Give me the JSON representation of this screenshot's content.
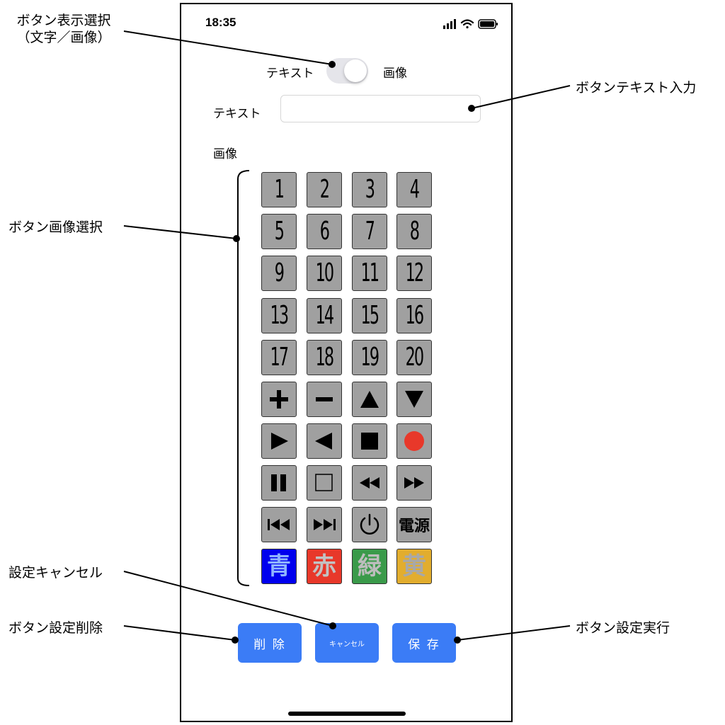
{
  "status": {
    "time": "18:35"
  },
  "mode": {
    "left": "テキスト",
    "right": "画像"
  },
  "text_field": {
    "label": "テキスト",
    "value": "",
    "placeholder": ""
  },
  "image_section": {
    "label": "画像"
  },
  "image_buttons": {
    "numbers": [
      "1",
      "2",
      "3",
      "4",
      "5",
      "6",
      "7",
      "8",
      "9",
      "10",
      "11",
      "12",
      "13",
      "14",
      "15",
      "16",
      "17",
      "18",
      "19",
      "20"
    ],
    "power_kanji": "電源",
    "color_kanji": [
      {
        "text": "青",
        "bg": "#0000ee",
        "fg": "#8fb4ff"
      },
      {
        "text": "赤",
        "bg": "#e8382a",
        "fg": "#c2c2c2"
      },
      {
        "text": "緑",
        "bg": "#3a9a4a",
        "fg": "#bdbdbd"
      },
      {
        "text": "黄",
        "bg": "#e2ad2e",
        "fg": "#a8a8a8"
      }
    ],
    "record_color": "#e8382a"
  },
  "actions": {
    "delete": "削 除",
    "cancel": "キャンセル",
    "save": "保 存",
    "color": "#3b7cf6"
  },
  "annotations": {
    "mode_select_1": "ボタン表示選択",
    "mode_select_2": "（文字／画像）",
    "text_input": "ボタンテキスト入力",
    "image_select": "ボタン画像選択",
    "cancel": "設定キャンセル",
    "delete": "ボタン設定削除",
    "save": "ボタン設定実行"
  }
}
